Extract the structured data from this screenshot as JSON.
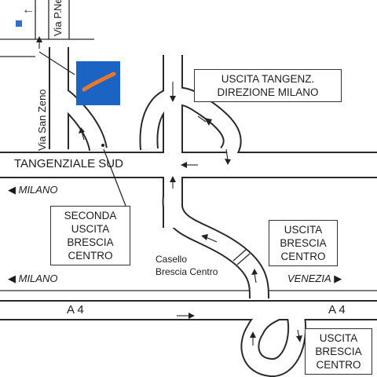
{
  "streets": {
    "via_p": "Via P.",
    "nenni": "Nenni",
    "via_san_zeno": "Via San Zeno"
  },
  "roads": {
    "tangenziale": "TANGENZIALE SUD",
    "a4": "A 4",
    "a4_right": "A 4"
  },
  "directions": {
    "milano_top": "MILANO",
    "milano_bottom": "MILANO",
    "venezia": "VENEZIA"
  },
  "boxes": {
    "uscita_tangenz": [
      "USCITA TANGENZ.",
      "DIREZIONE MILANO"
    ],
    "seconda_uscita": [
      "SECONDA",
      "USCITA",
      "BRESCIA",
      "CENTRO"
    ],
    "uscita_brescia_mid": [
      "USCITA",
      "BRESCIA",
      "CENTRO"
    ],
    "uscita_brescia_bottom": [
      "USCITA",
      "BRESCIA",
      "CENTRO"
    ]
  },
  "casello": [
    "Casello",
    "Brescia Centro"
  ],
  "colors": {
    "logo": "#1b64c4",
    "marker": "#2f6fd0",
    "swoosh": "#e06a1c"
  }
}
